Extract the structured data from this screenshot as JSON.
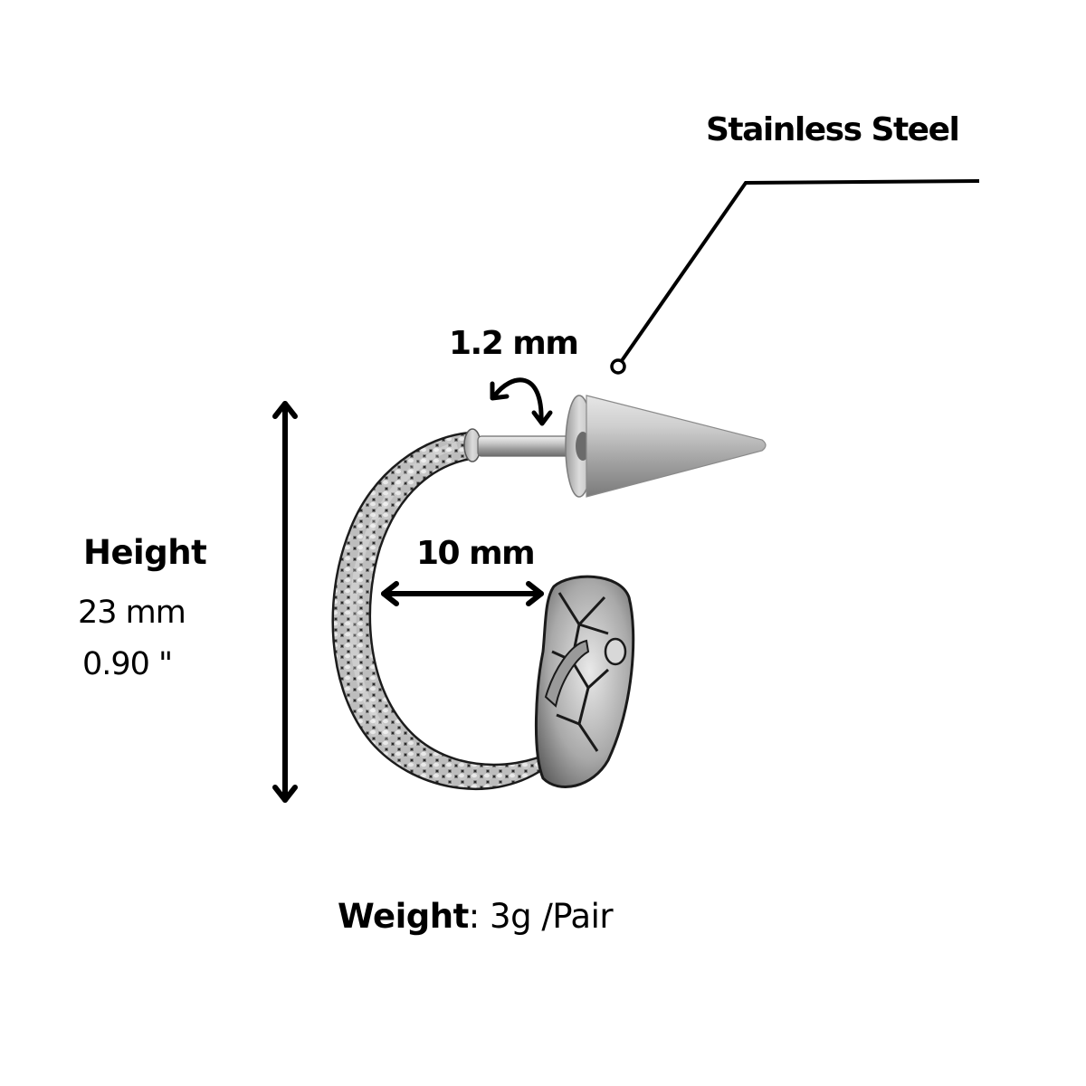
{
  "material": {
    "label": "Stainless Steel"
  },
  "pin_thickness": {
    "label": "1.2 mm"
  },
  "inner_diameter": {
    "label": "10 mm"
  },
  "height": {
    "title": "Height",
    "metric": "23 mm",
    "imperial": "0.90 \""
  },
  "weight": {
    "label": "Weight",
    "separator": ":",
    "value": " 3g /Pair"
  },
  "product": {
    "description": "Snake hoop earring with spike cone back",
    "metal_color": "#b8b8b8",
    "shadow_color": "#3a3a3a"
  },
  "annotations": {
    "line_color": "#000000"
  }
}
